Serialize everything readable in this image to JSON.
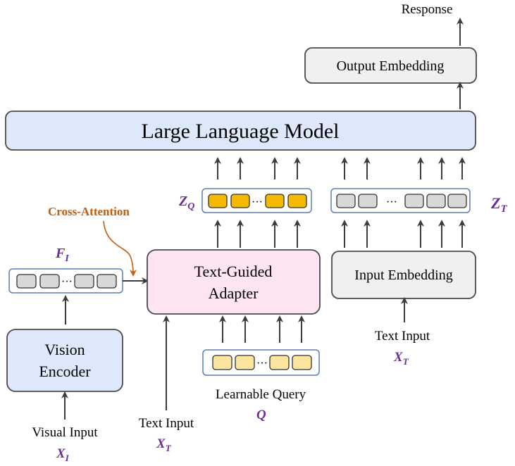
{
  "title": "",
  "colors": {
    "blue_fill": "#dde9fb",
    "pink_fill": "#fde4f3",
    "gray_fill": "#f0f0f0",
    "query_yellow": "#fbe3a0",
    "zq_orange": "#f5b800",
    "cell_gray": "#d8d8d8",
    "math_purple": "#6a2c9c",
    "cross_orange": "#c65d10"
  },
  "labels": {
    "response": "Response",
    "output_embedding": "Output Embedding",
    "llm": "Large Language Model",
    "text_guided_adapter_line1": "Text-Guided",
    "text_guided_adapter_line2": "Adapter",
    "input_embedding": "Input Embedding",
    "vision_encoder_line1": "Vision",
    "vision_encoder_line2": "Encoder",
    "cross_attention": "Cross-Attention",
    "learnable_query": "Learnable Query",
    "visual_input": "Visual Input",
    "text_input_adapter": "Text Input",
    "text_input_right": "Text Input",
    "ellipsis": "···"
  },
  "math": {
    "z_q": {
      "base": "Z",
      "sub": "Q"
    },
    "z_t": {
      "base": "Z",
      "sub": "T"
    },
    "f_i": {
      "base": "F",
      "sub": "I"
    },
    "q": {
      "base": "Q",
      "sub": ""
    },
    "x_i": {
      "base": "X",
      "sub": "I"
    },
    "x_t_adapter": {
      "base": "X",
      "sub": "T"
    },
    "x_t_right": {
      "base": "X",
      "sub": "T"
    }
  }
}
